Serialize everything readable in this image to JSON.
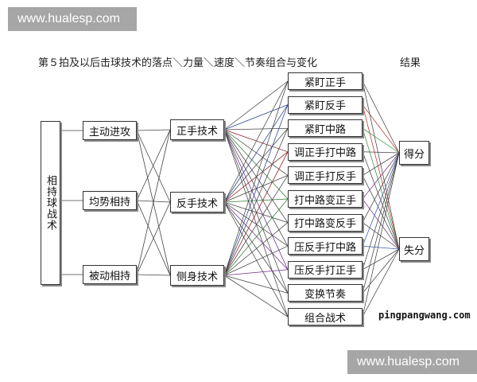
{
  "watermark_top": "www.hualesp.com",
  "watermark_bottom": "www.hualesp.com",
  "title": "第５拍及以后击球技术的落点＼力量＼速度＼节奏组合与变化",
  "result_header": "结果",
  "brand": "pingpangwang.com",
  "root": "相持球战术",
  "tactics": [
    "主动进攻",
    "均势相持",
    "被动相持"
  ],
  "techniques": [
    "正手技术",
    "反手技术",
    "侧身技术"
  ],
  "placements": [
    "紧盯正手",
    "紧盯反手",
    "紧盯中路",
    "调正手打中路",
    "调正手打反手",
    "打中路变正手",
    "打中路变反手",
    "压反手打中路",
    "压反手打正手",
    "变换节奏",
    "组合战术"
  ],
  "results": [
    "得分",
    "失分"
  ]
}
